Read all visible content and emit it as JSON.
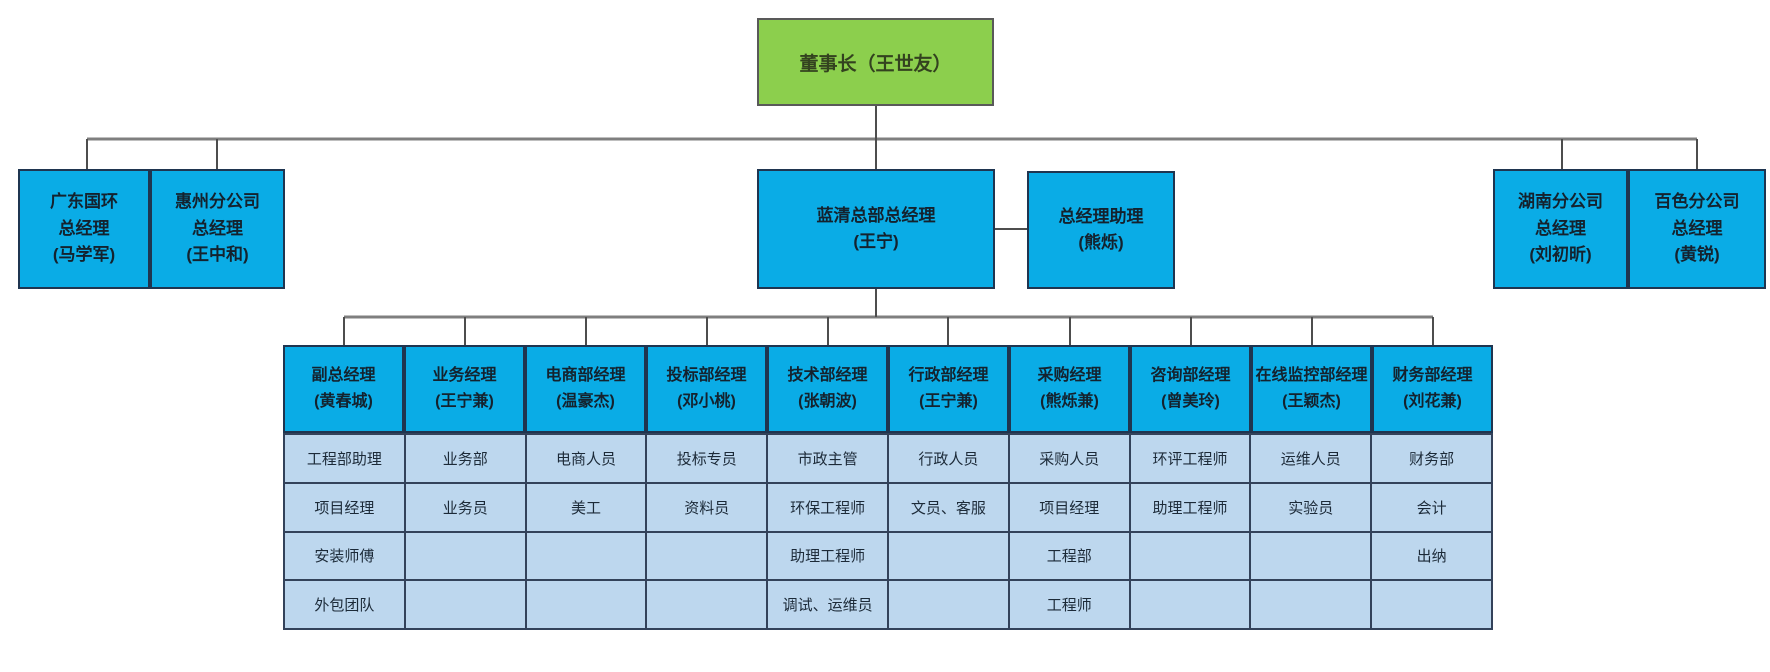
{
  "org_chart": {
    "chairman": {
      "label": "董事长（王世友）"
    },
    "executives": {
      "guangdong": {
        "title": "广东国环\n总经理",
        "name": "(马学军)"
      },
      "huizhou": {
        "title": "惠州分公司\n总经理",
        "name": "(王中和)"
      },
      "lanqing": {
        "title": "蓝清总部总经理",
        "name": "(王宁)"
      },
      "assistant": {
        "title": "总经理助理",
        "name": "(熊烁)"
      },
      "hunan": {
        "title": "湖南分公司\n总经理",
        "name": "(刘初昕)"
      },
      "baise": {
        "title": "百色分公司\n总经理",
        "name": "(黄锐)"
      }
    },
    "departments": [
      {
        "title": "副总经理",
        "name": "(黄春城)"
      },
      {
        "title": "业务经理",
        "name": "(王宁兼)"
      },
      {
        "title": "电商部经理",
        "name": "(温豪杰)"
      },
      {
        "title": "投标部经理",
        "name": "(邓小桃)"
      },
      {
        "title": "技术部经理",
        "name": "(张朝波)"
      },
      {
        "title": "行政部经理",
        "name": "(王宁兼)"
      },
      {
        "title": "采购经理",
        "name": "(熊烁兼)"
      },
      {
        "title": "咨询部经理",
        "name": "(曾美玲)"
      },
      {
        "title": "在线监控部经理",
        "name": "(王颖杰)"
      },
      {
        "title": "财务部经理",
        "name": "(刘花兼)"
      }
    ],
    "staff_rows": [
      [
        "工程部助理",
        "业务部",
        "电商人员",
        "投标专员",
        "市政主管",
        "行政人员",
        "采购人员",
        "环评工程师",
        "运维人员",
        "财务部"
      ],
      [
        "项目经理",
        "业务员",
        "美工",
        "资料员",
        "环保工程师",
        "文员、客服",
        "项目经理",
        "助理工程师",
        "实验员",
        "会计"
      ],
      [
        "安装师傅",
        "",
        "",
        "",
        "助理工程师",
        "",
        "工程部",
        "",
        "",
        "出纳"
      ],
      [
        "外包团队",
        "",
        "",
        "",
        "调试、运维员",
        "",
        "工程师",
        "",
        "",
        ""
      ]
    ],
    "colors": {
      "chairman_fill": "#8ccf4d",
      "manager_fill": "#0aace6",
      "staff_cell_fill": "#bdd7ee",
      "grid_line": "#33425a",
      "connector_gray": "#7f7f7f"
    }
  }
}
